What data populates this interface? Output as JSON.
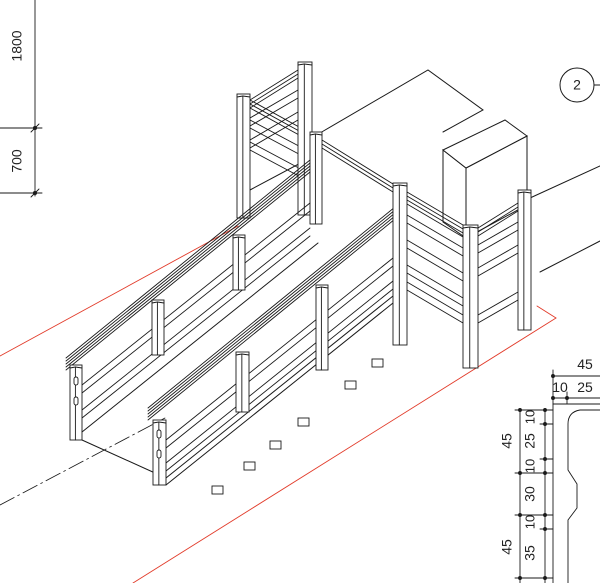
{
  "dimensions": {
    "left": {
      "upper": "1800",
      "lower": "700"
    },
    "detail_label": "2",
    "profile": {
      "top_total": "45",
      "top_parts": [
        "10",
        "25"
      ],
      "left": [
        "45",
        "45"
      ],
      "right": [
        "10",
        "25",
        "10",
        "30",
        "10",
        "35"
      ]
    }
  },
  "colors": {
    "line": "#1a1a1a",
    "section": "#e23b2a",
    "fill": "#ffffff"
  }
}
